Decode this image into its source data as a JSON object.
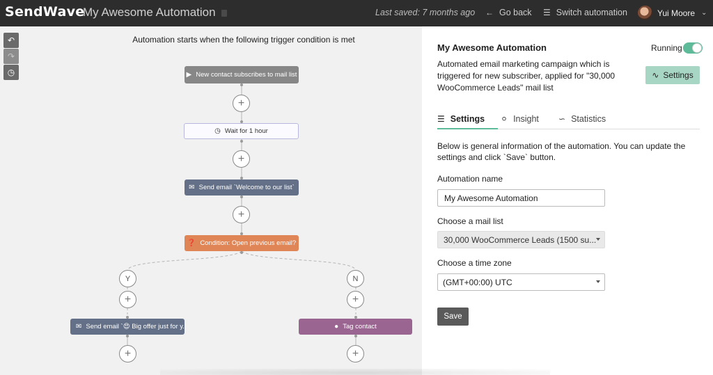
{
  "topbar": {
    "brand": "SendWave",
    "title": "My Awesome Automation",
    "last_saved": "Last saved: 7 months ago",
    "go_back": "Go back",
    "switch_automation": "Switch automation",
    "user_name": "Yui Moore"
  },
  "canvas": {
    "heading": "Automation starts when the following trigger condition is met",
    "nodes": {
      "trigger": "New contact subscribes to mail list",
      "wait": "Wait for 1 hour",
      "email1": "Send email `Welcome to our list`",
      "condition": "Condition: Open previous email?",
      "email2": "Send email `😍 Big offer just for y...",
      "tag": "Tag contact"
    },
    "branch_yes": "Y",
    "branch_no": "N",
    "plus": "+"
  },
  "panel": {
    "title": "My Awesome Automation",
    "running_label": "Running",
    "running": true,
    "description": "Automated email marketing campaign which is triggered for new subscriber, applied for \"30,000 WooCommerce Leads\" mail list",
    "settings_button": "Settings",
    "tabs": [
      {
        "label": "Settings",
        "active": true
      },
      {
        "label": "Insight",
        "active": false
      },
      {
        "label": "Statistics",
        "active": false
      }
    ],
    "info": "Below is general information of the automation. You can update the settings and click `Save` button.",
    "automation_name_label": "Automation name",
    "automation_name_value": "My Awesome Automation",
    "mail_list_label": "Choose a mail list",
    "mail_list_value": "30,000 WooCommerce Leads (1500 su...",
    "timezone_label": "Choose a time zone",
    "timezone_value": "(GMT+00:00) UTC",
    "save_button": "Save"
  },
  "colors": {
    "topbar": "#2d2d2d",
    "accent": "#5dbb9a",
    "email_node": "#637087",
    "condition_node": "#df8556",
    "tag_node": "#9b6591"
  }
}
